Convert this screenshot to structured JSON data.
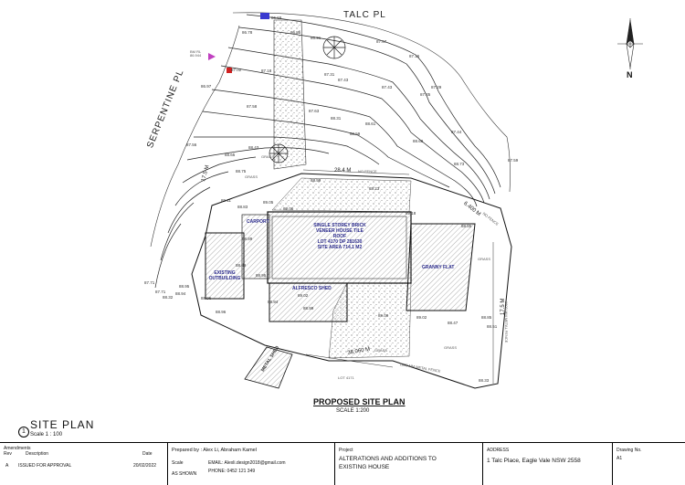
{
  "streets": {
    "talc": "TALC PL",
    "serpentine": "SERPENTINE PL"
  },
  "north_label": "N",
  "main_house": [
    "SINGLE STOREY BRICK",
    "VENEER HOUSE TILE",
    "ROOF",
    "LOT 4170 DP 281630",
    "SITE AREA 714.1 M2"
  ],
  "buildings": {
    "carport": "CARPORT",
    "existing": [
      "EXISTING",
      "OUTBUILDING"
    ],
    "alfresco": "ALFRESCO SHED",
    "granny": "GRANNY FLAT",
    "metal_shed": "METAL SHED"
  },
  "dims": {
    "top": "28.4 M",
    "top_note": "NO FENCE",
    "right_diag": "6.400 M",
    "right_diag_note": "NO FENCE",
    "right": "17.5 M",
    "right_note": "1800 MM METAL FENCE",
    "bottom": "38.060 M",
    "bottom_note": "1800 MM METAL FENCE",
    "left": "17.5 M"
  },
  "grass": "GRASS",
  "bm_label": "BM RL 86.944",
  "lot_below": "LOT 4171",
  "plan_title": "PROPOSED SITE PLAN",
  "plan_scale": "SCALE     1:200",
  "levels": [
    {
      "t": "86.68"
    },
    {
      "t": "86.85"
    },
    {
      "t": "86.78"
    },
    {
      "t": "86.91"
    },
    {
      "t": "87.67"
    },
    {
      "t": "87.15"
    },
    {
      "t": "87.02"
    },
    {
      "t": "87.18"
    },
    {
      "t": "86.97"
    },
    {
      "t": "87.31"
    },
    {
      "t": "87.43"
    },
    {
      "t": "87.43"
    },
    {
      "t": "87.35"
    },
    {
      "t": "87.29"
    },
    {
      "t": "87.58"
    },
    {
      "t": "87.63"
    },
    {
      "t": "88.31"
    },
    {
      "t": "88.61"
    },
    {
      "t": "88.59"
    },
    {
      "t": "88.68"
    },
    {
      "t": "87.44"
    },
    {
      "t": "88.73"
    },
    {
      "t": "87.59"
    },
    {
      "t": "87.56"
    },
    {
      "t": "88.43"
    },
    {
      "t": "88.65"
    },
    {
      "t": "88.75"
    },
    {
      "t": "88.99"
    },
    {
      "t": "89.06"
    },
    {
      "t": "89.05"
    },
    {
      "t": "89.18"
    },
    {
      "t": "89.23"
    },
    {
      "t": "89.11"
    },
    {
      "t": "88.85"
    },
    {
      "t": "88.83"
    },
    {
      "t": "88.89"
    },
    {
      "t": "88.89"
    },
    {
      "t": "88.95"
    },
    {
      "t": "88.94"
    },
    {
      "t": "89.02"
    },
    {
      "t": "88.99"
    },
    {
      "t": "89.02"
    },
    {
      "t": "89.00"
    },
    {
      "t": "88.47"
    },
    {
      "t": "88.85"
    },
    {
      "t": "88.51"
    },
    {
      "t": "88.33"
    },
    {
      "t": "88.96"
    },
    {
      "t": "88.96"
    },
    {
      "t": "88.95"
    },
    {
      "t": "88.94"
    },
    {
      "t": "88.32"
    },
    {
      "t": "87.71"
    },
    {
      "t": "87.71"
    }
  ],
  "sheet": {
    "title": "SITE PLAN",
    "scale": "Scale  1 : 100",
    "number": "1"
  },
  "title_block": {
    "amend_title": "Amendments",
    "col_rev": "Rev",
    "col_desc": "Description",
    "col_date": "Date",
    "row_rev": "A",
    "row_desc": "ISSUED FOR APPROVAL",
    "row_date": "20/02/2022",
    "prepared": "Prepared by : Alex Li, Abraham Kamel",
    "scale_label": "Scale",
    "scale_val": "AS SHOWN",
    "email": "EMAIL: Alexli.design2018@gmail.com",
    "phone": "PHONE:  0452 121 349",
    "project_label": "Project",
    "project_1": "ALTERATIONS AND ADDITIONS TO",
    "project_2": "EXISTING HOUSE",
    "address_label": "ADDRESS",
    "address": "1 Talc Place, Eagle Vale NSW 2558",
    "drawing_label": "Drawing No.",
    "drawing_no": "A1"
  }
}
